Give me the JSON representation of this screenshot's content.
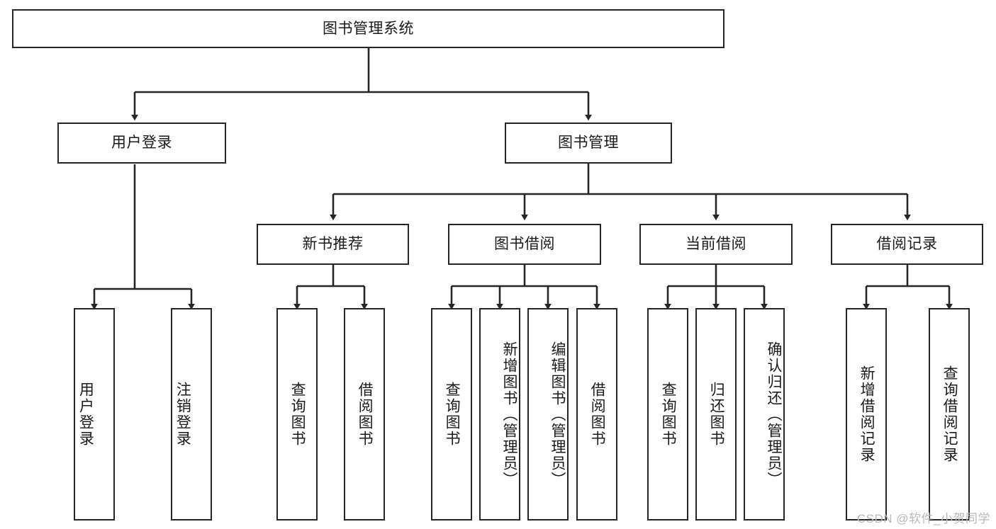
{
  "diagram": {
    "title": "图书管理系统",
    "watermark": "CSDN @软件_小贺同学",
    "colors": {
      "box_border": "#262626",
      "box_fill": "#ffffff",
      "connector": "#262626",
      "text": "#1a1a1a",
      "watermark": "#b9b9b9"
    },
    "root": {
      "label": "图书管理系统"
    },
    "level2": [
      {
        "label": "用户登录"
      },
      {
        "label": "图书管理"
      }
    ],
    "level3": [
      {
        "label": "新书推荐"
      },
      {
        "label": "图书借阅"
      },
      {
        "label": "当前借阅"
      },
      {
        "label": "借阅记录"
      }
    ],
    "leaves": {
      "user_login": [
        {
          "label": "用户登录"
        },
        {
          "label": "注销登录"
        }
      ],
      "new_book_recommend": [
        {
          "label": "查询图书"
        },
        {
          "label": "借阅图书"
        }
      ],
      "book_borrow": [
        {
          "label": "查询图书"
        },
        {
          "label": "新增图书（管理员）"
        },
        {
          "label": "编辑图书（管理员）"
        },
        {
          "label": "借阅图书"
        }
      ],
      "current_borrow": [
        {
          "label": "查询图书"
        },
        {
          "label": "归还图书"
        },
        {
          "label": "确认归还（管理员）"
        }
      ],
      "borrow_record": [
        {
          "label": "新增借阅记录"
        },
        {
          "label": "查询借阅记录"
        }
      ]
    }
  }
}
